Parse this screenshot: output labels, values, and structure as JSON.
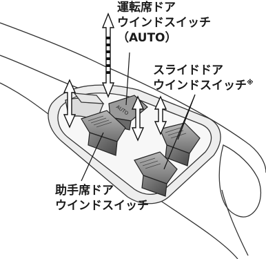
{
  "labels": {
    "driver_line1": "運転席ドア",
    "driver_line2": "ウインドスイッチ",
    "driver_line3": "（AUTO）",
    "slide_line1": "スライドドア",
    "slide_line2": "ウインドスイッチ",
    "slide_note": "※",
    "passenger_line1": "助手席ドア",
    "passenger_line2": "ウインドスイッチ"
  },
  "switch_text": {
    "auto": "AUTO"
  }
}
